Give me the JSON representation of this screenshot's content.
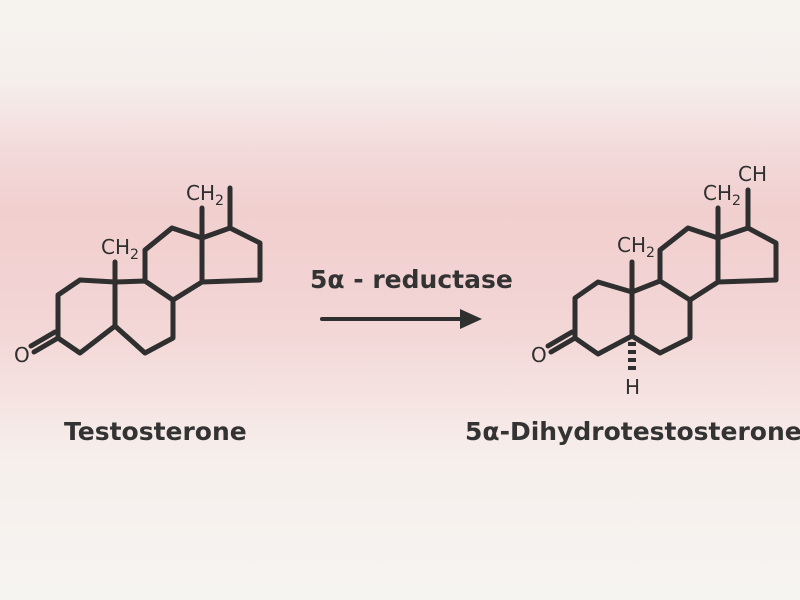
{
  "reactant": {
    "name": "Testosterone",
    "methyl_label": "CH",
    "methyl_sub": "2",
    "methyl2_label": "CH",
    "methyl2_sub": "2",
    "oxygen_label": "O"
  },
  "reaction": {
    "enzyme": "5α - reductase"
  },
  "product": {
    "name": "5α-Dihydrotestosterone",
    "methyl_label": "CH",
    "methyl_sub": "2",
    "methyl2_label": "CH",
    "methyl2_sub": "2",
    "top_label": "CH",
    "oxygen_label": "O",
    "hydrogen_label": "H"
  },
  "colors": {
    "ink": "#2f2f2f",
    "background_band": "#f1cfcf"
  }
}
